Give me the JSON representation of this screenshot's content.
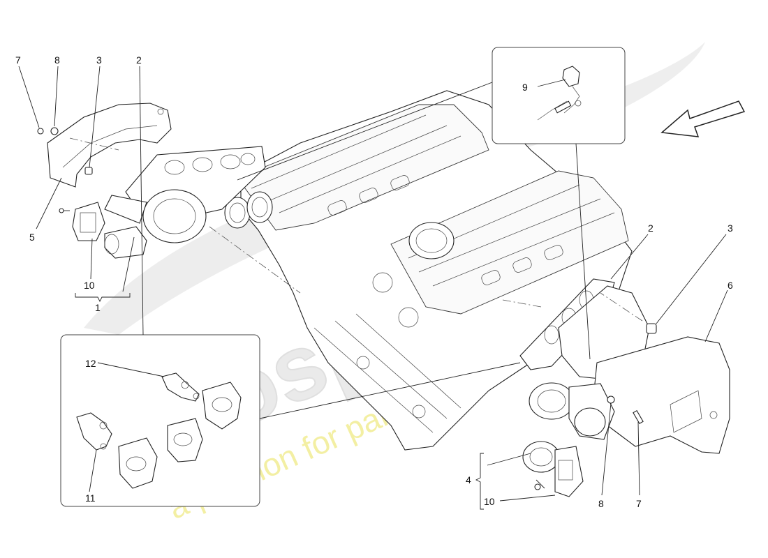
{
  "callouts": {
    "l7": "7",
    "l8": "8",
    "l3": "3",
    "l2": "2",
    "l5": "5",
    "l10": "10",
    "l1": "1",
    "l9": "9",
    "l12": "12",
    "l11": "11",
    "r2": "2",
    "r3": "3",
    "r6": "6",
    "r4": "4",
    "r10": "10",
    "r8": "8",
    "r7": "7"
  },
  "watermark": {
    "brand": "eurospares",
    "slogan": "a passion for parts since 1985"
  },
  "colors": {
    "line": "#222222",
    "watermark_gray": "#e4e4e4",
    "watermark_yellow": "#f2ee9a",
    "background": "#ffffff"
  },
  "icons": {
    "arrow": "direction-arrow-icon"
  }
}
